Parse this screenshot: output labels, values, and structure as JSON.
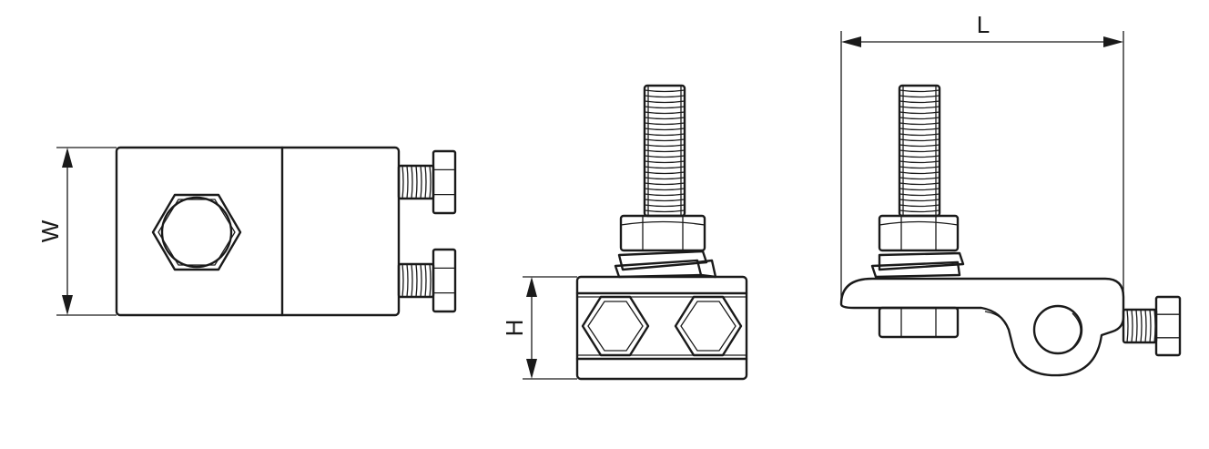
{
  "dimensions": {
    "width_label": "W",
    "height_label": "H",
    "length_label": "L"
  },
  "views": {
    "top_view": {
      "hex_nut_icon": "hex-nut-icon",
      "bolt_icon": "bolt-icon"
    },
    "front_view": {
      "hex_nut_icon": "hex-nut-icon",
      "threaded_stud_icon": "threaded-stud-icon"
    },
    "side_view": {
      "eye_lug_icon": "eye-lug-icon",
      "threaded_stud_icon": "threaded-stud-icon"
    }
  },
  "colors": {
    "line": "#1a1a1a",
    "background": "#ffffff"
  }
}
